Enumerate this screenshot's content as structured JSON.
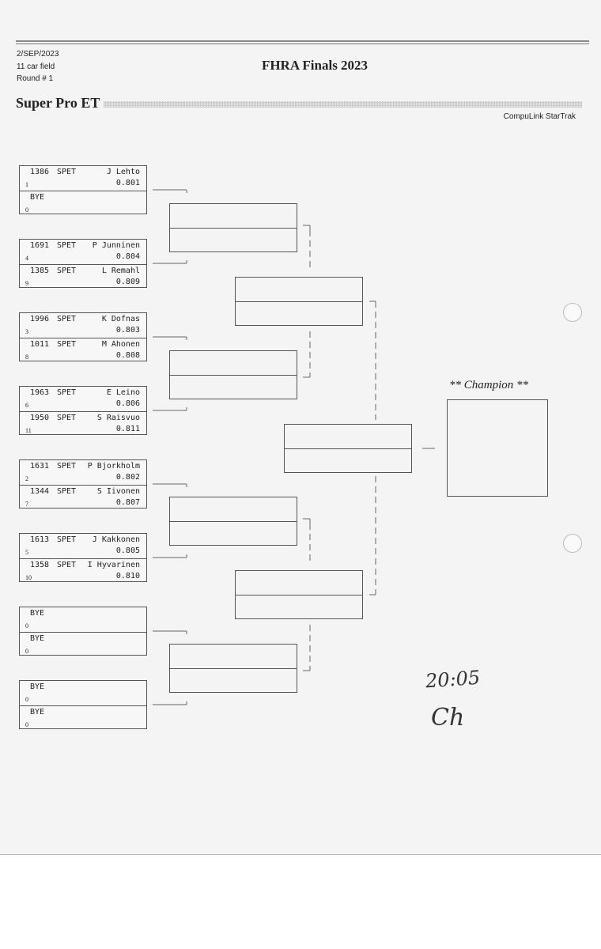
{
  "header": {
    "date": "2/SEP/2023",
    "field": "11 car field",
    "round": "Round # 1",
    "title": "FHRA Finals 2023",
    "event": "Super Pro ET",
    "brand": "CompuLink StarTrak"
  },
  "pairs": [
    [
      {
        "car": "1386",
        "cls": "SPET",
        "name": "J Lehto",
        "rt": "0.801",
        "seed": "1"
      },
      {
        "car": "BYE",
        "cls": "",
        "name": "",
        "rt": "",
        "seed": "0"
      }
    ],
    [
      {
        "car": "1691",
        "cls": "SPET",
        "name": "P Junninen",
        "rt": "0.804",
        "seed": "4"
      },
      {
        "car": "1385",
        "cls": "SPET",
        "name": "L Remahl",
        "rt": "0.809",
        "seed": "9"
      }
    ],
    [
      {
        "car": "1996",
        "cls": "SPET",
        "name": "K Dofnas",
        "rt": "0.803",
        "seed": "3"
      },
      {
        "car": "1011",
        "cls": "SPET",
        "name": "M Ahonen",
        "rt": "0.808",
        "seed": "8"
      }
    ],
    [
      {
        "car": "1963",
        "cls": "SPET",
        "name": "E Leino",
        "rt": "0.806",
        "seed": "6"
      },
      {
        "car": "1950",
        "cls": "SPET",
        "name": "S Raisvuo",
        "rt": "0.811",
        "seed": "11"
      }
    ],
    [
      {
        "car": "1631",
        "cls": "SPET",
        "name": "P Bjorkholm",
        "rt": "0.802",
        "seed": "2"
      },
      {
        "car": "1344",
        "cls": "SPET",
        "name": "S Iivonen",
        "rt": "0.807",
        "seed": "7"
      }
    ],
    [
      {
        "car": "1613",
        "cls": "SPET",
        "name": "J Kakkonen",
        "rt": "0.805",
        "seed": "5"
      },
      {
        "car": "1358",
        "cls": "SPET",
        "name": "I Hyvarinen",
        "rt": "0.810",
        "seed": "10"
      }
    ],
    [
      {
        "car": "BYE",
        "cls": "",
        "name": "",
        "rt": "",
        "seed": "0"
      },
      {
        "car": "BYE",
        "cls": "",
        "name": "",
        "rt": "",
        "seed": "0"
      }
    ],
    [
      {
        "car": "BYE",
        "cls": "",
        "name": "",
        "rt": "",
        "seed": "0"
      },
      {
        "car": "BYE",
        "cls": "",
        "name": "",
        "rt": "",
        "seed": "0"
      }
    ]
  ],
  "champion_label": "** Champion **",
  "handwriting": {
    "time": "20:05",
    "initials": "Ch"
  }
}
